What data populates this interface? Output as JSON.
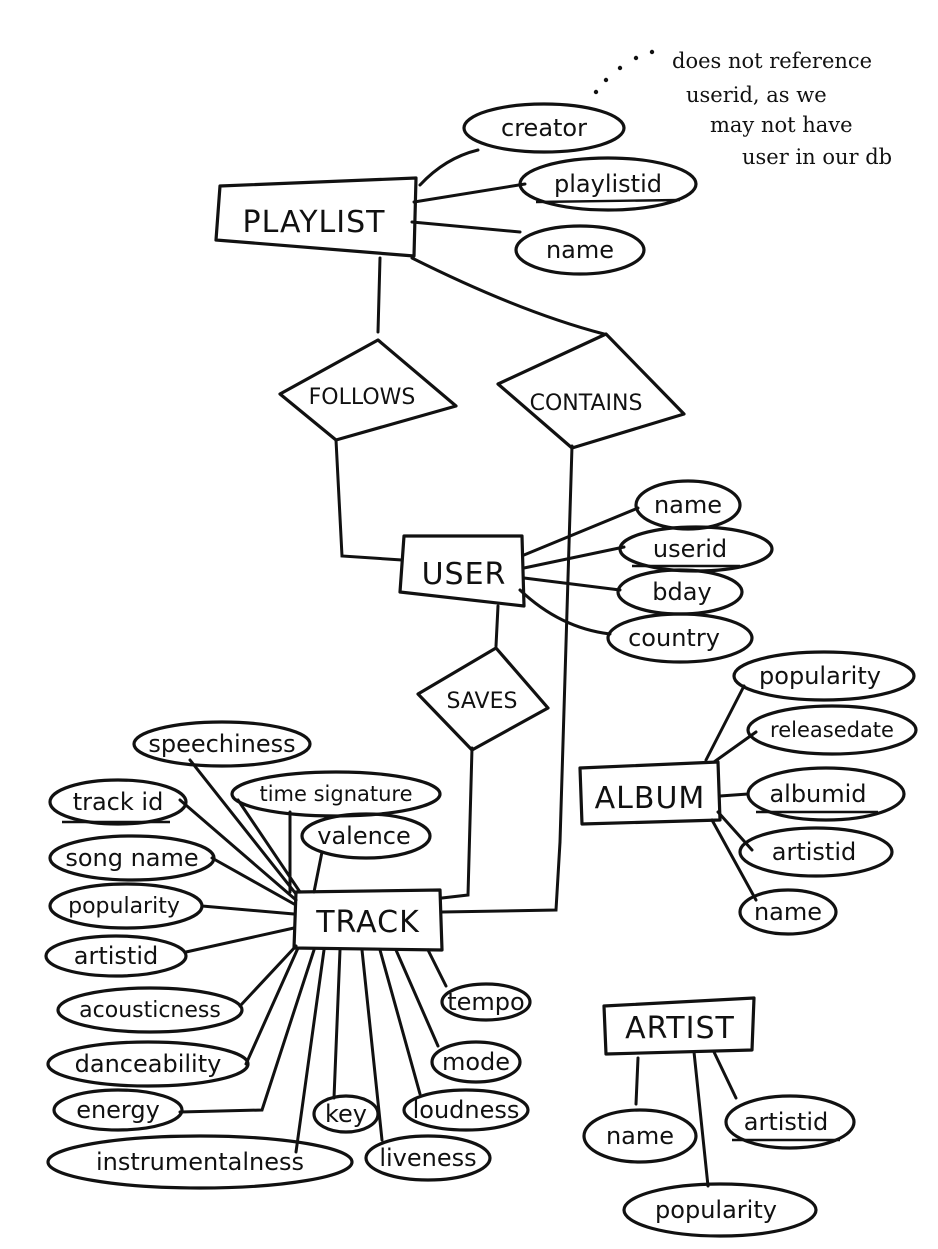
{
  "note": {
    "lines": [
      "does not reference",
      "userid, as we",
      "may not have",
      "user in our db"
    ]
  },
  "entities": {
    "playlist": "PLAYLIST",
    "user": "USER",
    "track": "TRACK",
    "album": "ALBUM",
    "artist": "ARTIST"
  },
  "relationships": {
    "follows": "FOLLOWS",
    "contains": "CONTAINS",
    "saves": "SAVES"
  },
  "attributes": {
    "playlist": [
      "creator",
      "playlistid",
      "name"
    ],
    "user": [
      "name",
      "userid",
      "bday",
      "country"
    ],
    "album": [
      "popularity",
      "releasedate",
      "albumid",
      "artistid",
      "name"
    ],
    "artist": [
      "name",
      "artistid",
      "popularity"
    ],
    "track": [
      "speechiness",
      "time signature",
      "valence",
      "track id",
      "song name",
      "popularity",
      "artistid",
      "acousticness",
      "danceability",
      "energy",
      "instrumentalness",
      "key",
      "liveness",
      "loudness",
      "mode",
      "tempo"
    ]
  }
}
